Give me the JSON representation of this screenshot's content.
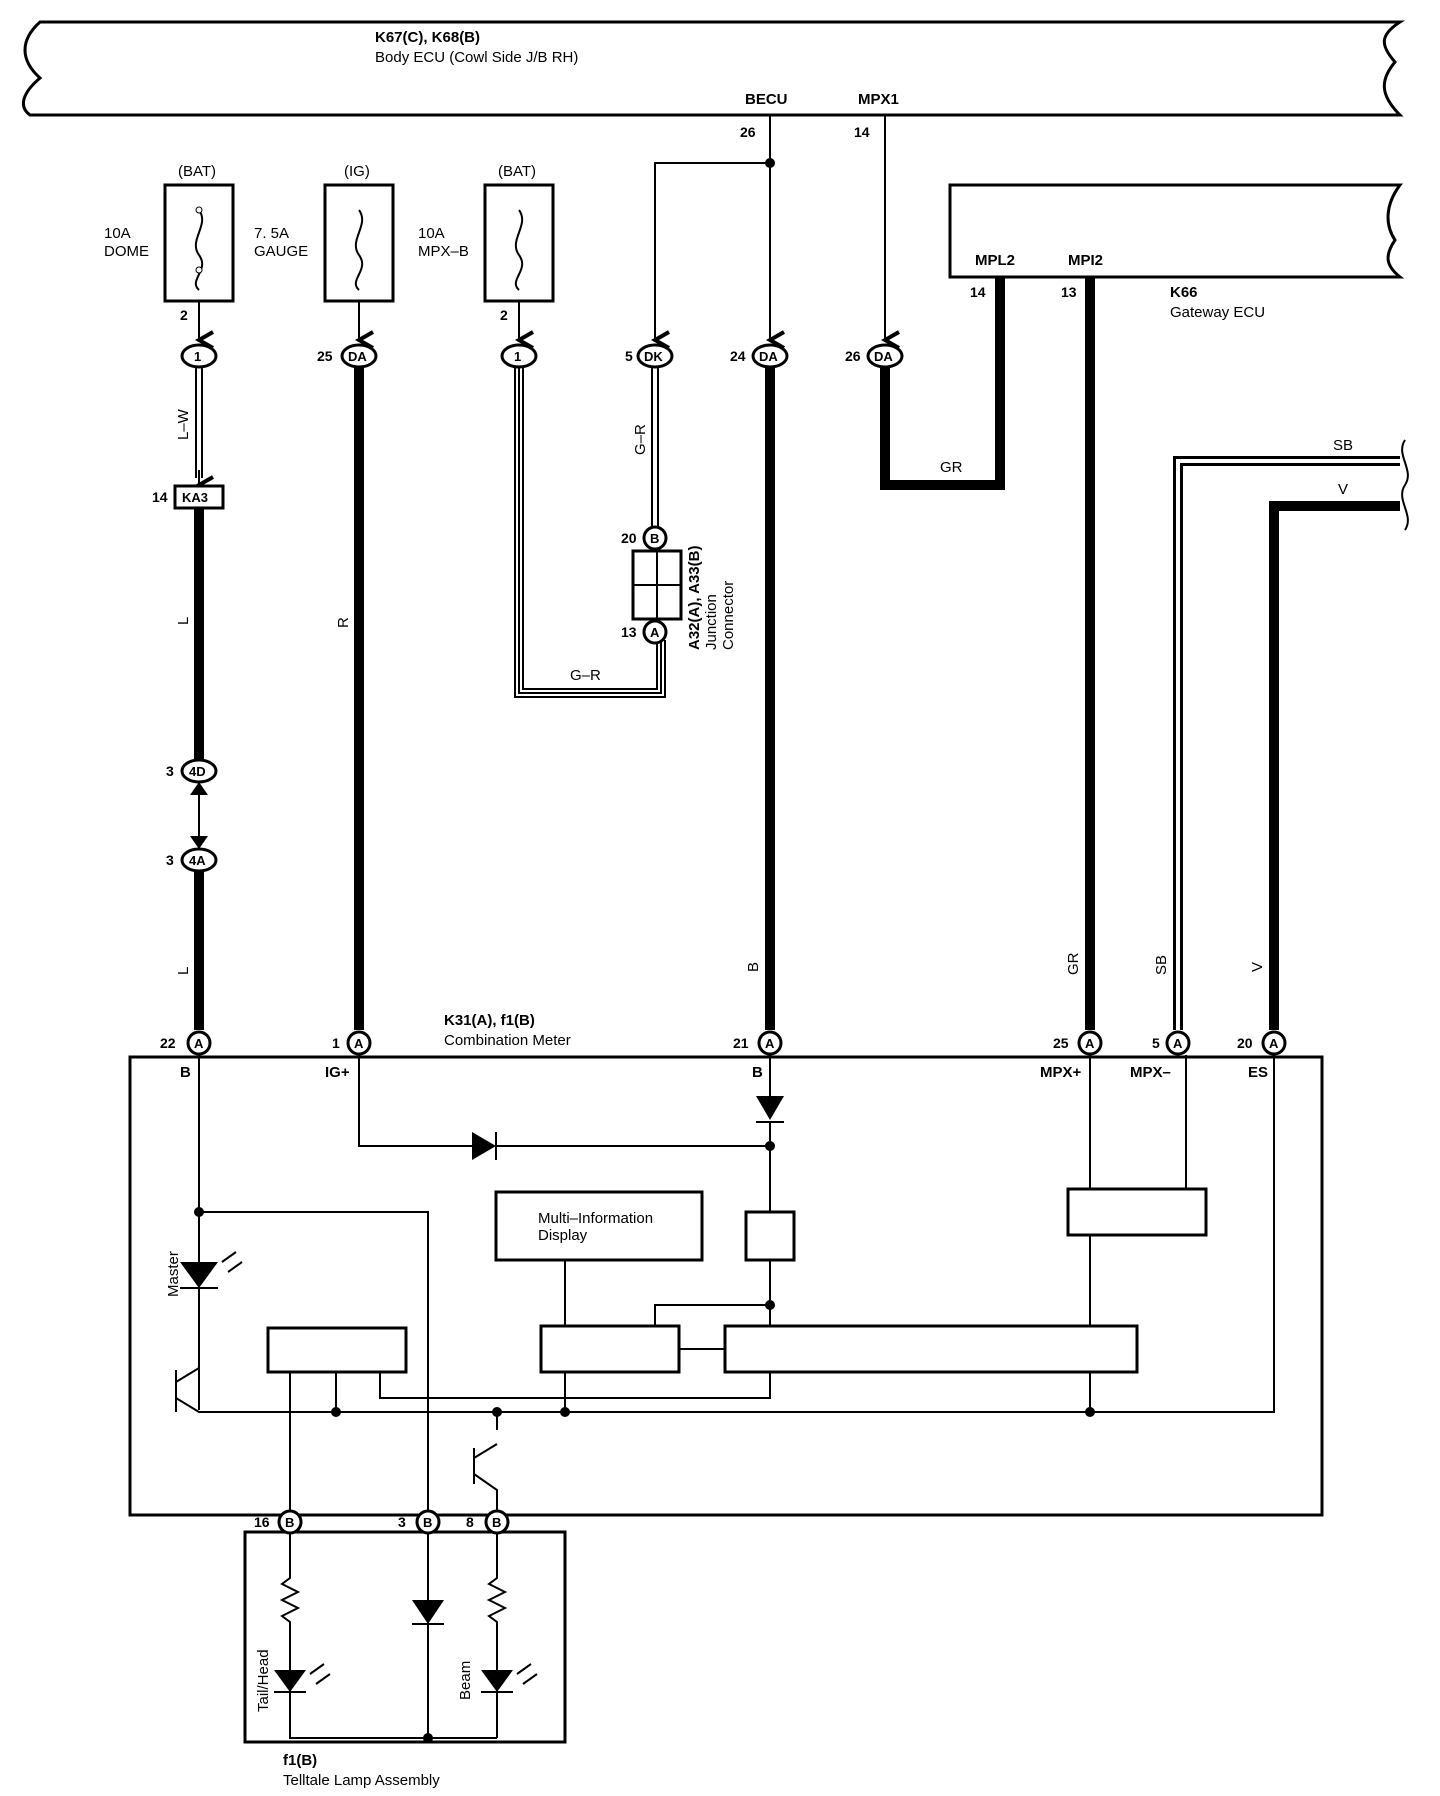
{
  "body_ecu": {
    "title": "K67(C), K68(B)",
    "name": "Body ECU (Cowl Side J/B RH)",
    "terminals": [
      "BECU",
      "MPX1"
    ],
    "pins": [
      "26",
      "14"
    ]
  },
  "fuses": [
    {
      "source": "(BAT)",
      "rating": "10A",
      "name": "DOME",
      "pin": "2"
    },
    {
      "source": "(IG)",
      "rating": "7. 5A",
      "name": "GAUGE"
    },
    {
      "source": "(BAT)",
      "rating": "10A",
      "name": "MPX–B",
      "pin": "2"
    }
  ],
  "gateway": {
    "id": "K66",
    "name": "Gateway ECU",
    "terminals": [
      "MPL2",
      "MPI2"
    ],
    "pins": [
      "14",
      "13"
    ]
  },
  "connectors": {
    "c1": {
      "label": "1"
    },
    "c2": {
      "label": "DA",
      "pin": "25"
    },
    "c3": {
      "label": "1"
    },
    "c4": {
      "label": "DK",
      "pin": "5"
    },
    "c5": {
      "label": "DA",
      "pin": "24"
    },
    "c6": {
      "label": "DA",
      "pin": "26"
    },
    "ka3": {
      "label": "KA3",
      "pin": "14"
    },
    "d4": {
      "label": "4D",
      "pin": "3"
    },
    "a4": {
      "label": "4A",
      "pin": "3"
    }
  },
  "junction": {
    "name": "A32(A), A33(B)",
    "line2": "Junction",
    "line3": "Connector",
    "pin_top": "20",
    "pin_top_letter": "B",
    "pin_bottom": "13",
    "pin_bottom_letter": "A"
  },
  "wires": {
    "lw": "L–W",
    "l_upper": "L",
    "l_lower": "L",
    "r": "R",
    "gr_top": "G–R",
    "gr_bottom": "G–R",
    "b": "B",
    "gr_loop": "GR",
    "gr_meter": "GR",
    "sb_right": "SB",
    "sb_meter": "SB",
    "v_right": "V",
    "v_meter": "V"
  },
  "meter": {
    "title": "K31(A), f1(B)",
    "name": "Combination Meter",
    "pins": [
      {
        "num": "22",
        "letter": "A",
        "term": "B"
      },
      {
        "num": "1",
        "letter": "A",
        "term": "IG+"
      },
      {
        "num": "21",
        "letter": "A",
        "term": "B"
      },
      {
        "num": "25",
        "letter": "A",
        "term": "MPX+"
      },
      {
        "num": "5",
        "letter": "A",
        "term": "MPX–"
      },
      {
        "num": "20",
        "letter": "A",
        "term": "ES"
      }
    ],
    "mid_line1": "Multi–Information",
    "mid_line2": "Display",
    "master": "Master"
  },
  "telltale": {
    "title": "f1(B)",
    "name": "Telltale Lamp Assembly",
    "pins": [
      {
        "num": "16",
        "letter": "B"
      },
      {
        "num": "3",
        "letter": "B"
      },
      {
        "num": "8",
        "letter": "B"
      }
    ],
    "led1": "Tail/Head",
    "led2": "Beam"
  }
}
